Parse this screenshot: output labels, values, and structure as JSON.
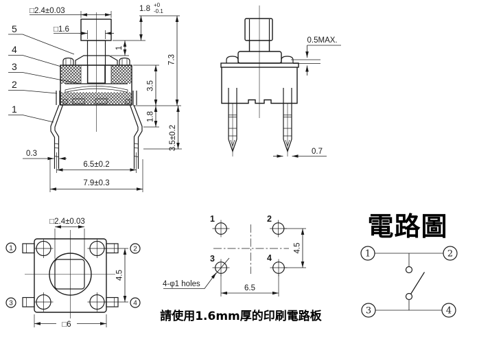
{
  "colors": {
    "ink": "#1a1a1a",
    "background": "#ffffff"
  },
  "front_view": {
    "part_leaders": [
      "5",
      "4",
      "3",
      "2",
      "1"
    ],
    "dim_cap_width": "□2.4±0.03",
    "dim_stem_width": "□1.6",
    "dim_cap_height_base": "1.8",
    "dim_cap_height_tol_upper": "+0",
    "dim_cap_height_tol_lower": "-0.1",
    "dim_stem_exposed": "1",
    "dim_total_height": "7.3",
    "dim_body_height": "3.5",
    "dim_leg_upper": "1.8",
    "dim_leg_length": "3.5±0.2",
    "dim_leg_thickness": "0.3",
    "dim_leg_span": "6.5±0.2",
    "dim_overall_width": "7.9±0.3"
  },
  "side_view": {
    "dim_flange_gap": "0.5MAX.",
    "dim_leg_width": "0.7"
  },
  "top_view": {
    "dim_stem": "□2.4±0.03",
    "dim_hole_pitch": "4.5",
    "dim_body": "□6",
    "terminals": [
      "1",
      "2",
      "3",
      "4"
    ]
  },
  "pcb_layout": {
    "hole_labels": [
      "1",
      "2",
      "3",
      "4"
    ],
    "dim_pitch_x": "6.5",
    "dim_pitch_y": "4.5",
    "holes_note": "4-φ1 holes",
    "board_note": "請使用1.6mm厚的印刷電路板"
  },
  "circuit_diagram": {
    "title": "電路圖",
    "terminals": [
      "1",
      "2",
      "3",
      "4"
    ]
  }
}
